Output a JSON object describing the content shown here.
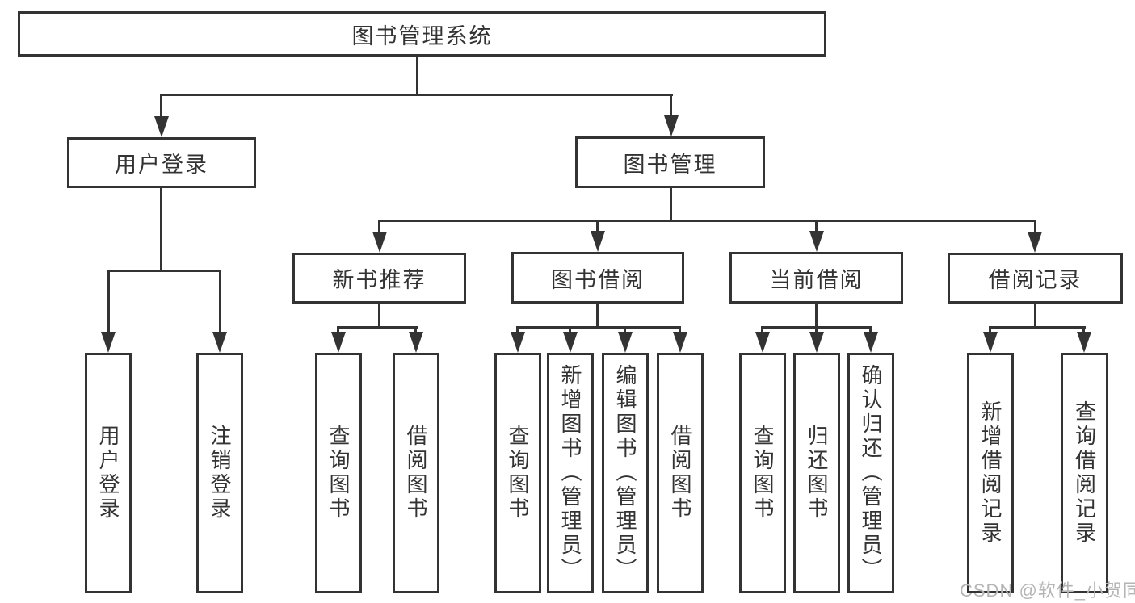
{
  "diagram": {
    "title": "图书管理系统",
    "branches": [
      {
        "label": "用户登录",
        "children": [
          {
            "label": "用户登录"
          },
          {
            "label": "注销登录"
          }
        ]
      },
      {
        "label": "图书管理",
        "children": [
          {
            "label": "新书推荐",
            "children": [
              {
                "label": "查询图书"
              },
              {
                "label": "借阅图书"
              }
            ]
          },
          {
            "label": "图书借阅",
            "children": [
              {
                "label": "查询图书"
              },
              {
                "label": "新增图书（管理员）"
              },
              {
                "label": "编辑图书（管理员）"
              },
              {
                "label": "借阅图书"
              }
            ]
          },
          {
            "label": "当前借阅",
            "children": [
              {
                "label": "查询图书"
              },
              {
                "label": "归还图书"
              },
              {
                "label": "确认归还（管理员）"
              }
            ]
          },
          {
            "label": "借阅记录",
            "children": [
              {
                "label": "新增借阅记录"
              },
              {
                "label": "查询借阅记录"
              }
            ]
          }
        ]
      }
    ]
  },
  "watermark": {
    "text": "CSDN @软件_小贺同学"
  },
  "colors": {
    "line": "#333333",
    "text": "#333333",
    "watermark": "#b5b5b5",
    "background": "#ffffff"
  }
}
